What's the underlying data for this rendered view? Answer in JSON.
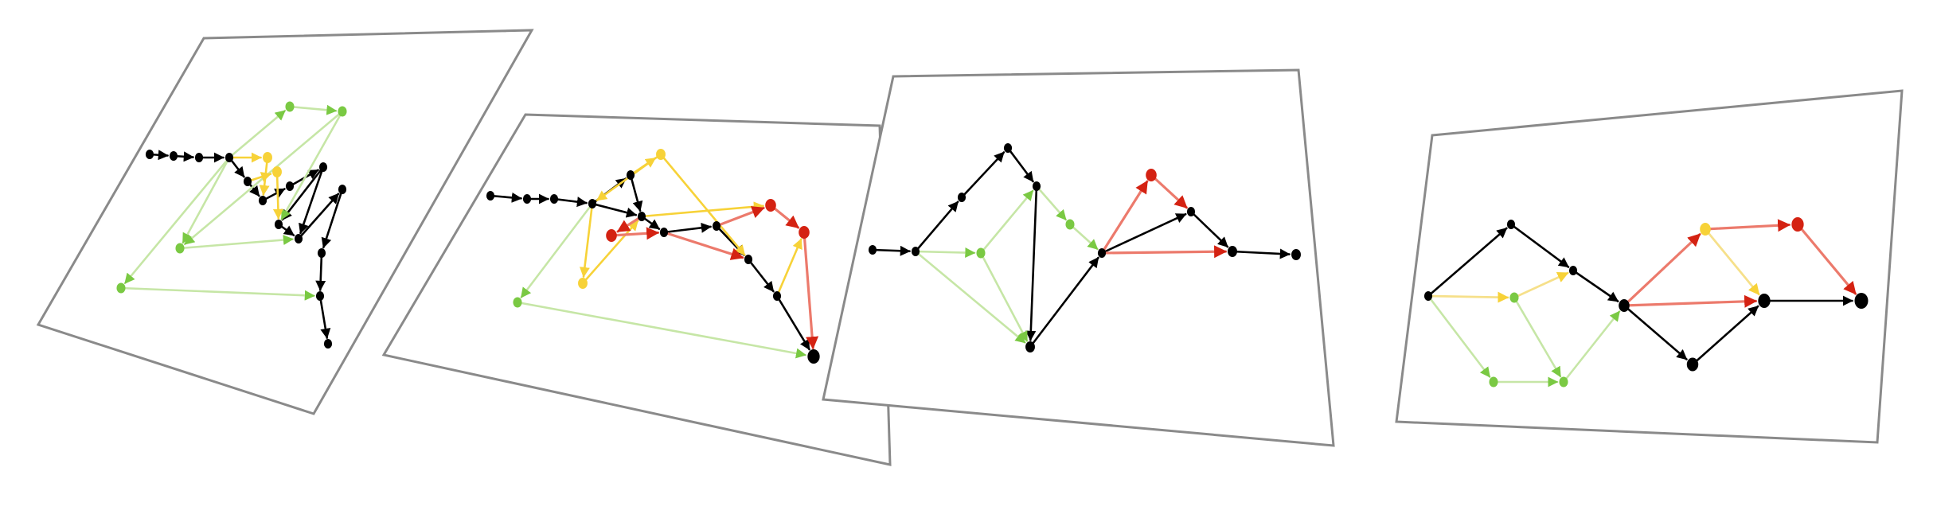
{
  "colors": {
    "black": "#000000",
    "green": "#7ac943",
    "green_light": "#c6e6a6",
    "yellow": "#f7d238",
    "yellow_light": "#f6e08a",
    "red": "#d42212",
    "red_light": "#ec7a6c",
    "frame": "#8a8a8a"
  },
  "panels": [
    {
      "id": "panel-1",
      "nodes": [
        {
          "id": "a0",
          "c": "black"
        },
        {
          "id": "a1",
          "c": "black"
        },
        {
          "id": "a2",
          "c": "black"
        },
        {
          "id": "a3",
          "c": "black"
        },
        {
          "id": "a4",
          "c": "black"
        },
        {
          "id": "a5",
          "c": "black"
        },
        {
          "id": "a6",
          "c": "black"
        },
        {
          "id": "a7",
          "c": "black"
        },
        {
          "id": "a8",
          "c": "black"
        },
        {
          "id": "a9",
          "c": "black"
        },
        {
          "id": "a10",
          "c": "black"
        },
        {
          "id": "a11",
          "c": "black"
        },
        {
          "id": "a12",
          "c": "black"
        },
        {
          "id": "a13",
          "c": "black"
        },
        {
          "id": "ag1",
          "c": "green"
        },
        {
          "id": "ag2",
          "c": "green"
        },
        {
          "id": "ag3",
          "c": "green"
        },
        {
          "id": "ag4",
          "c": "green"
        },
        {
          "id": "ay1",
          "c": "yellow"
        },
        {
          "id": "ay2",
          "c": "yellow"
        }
      ],
      "edges": [
        {
          "from": "a0",
          "to": "a1",
          "c": "black"
        },
        {
          "from": "a1",
          "to": "a2",
          "c": "black"
        },
        {
          "from": "a2",
          "to": "a3",
          "c": "black"
        },
        {
          "from": "a3",
          "to": "a4",
          "c": "black"
        },
        {
          "from": "a4",
          "to": "a5",
          "c": "black"
        },
        {
          "from": "a5",
          "to": "a6",
          "c": "black"
        },
        {
          "from": "a6",
          "to": "a7",
          "c": "black"
        },
        {
          "from": "a7",
          "to": "a8",
          "c": "black"
        },
        {
          "from": "a8",
          "to": "a9",
          "c": "black"
        },
        {
          "from": "a9",
          "to": "a10",
          "c": "black"
        },
        {
          "from": "a10",
          "to": "a11",
          "c": "black"
        },
        {
          "from": "a11",
          "to": "a12",
          "c": "black"
        },
        {
          "from": "a12",
          "to": "a13",
          "c": "black"
        },
        {
          "from": "a7",
          "to": "a9",
          "c": "black"
        },
        {
          "from": "a3",
          "to": "ag1",
          "c": "green_light"
        },
        {
          "from": "a3",
          "to": "ag3",
          "c": "green_light"
        },
        {
          "from": "a3",
          "to": "ag4",
          "c": "green_light"
        },
        {
          "from": "ag1",
          "to": "ag2",
          "c": "green_light"
        },
        {
          "from": "ag2",
          "to": "a8",
          "c": "green_light"
        },
        {
          "from": "ag3",
          "to": "a9",
          "c": "green_light"
        },
        {
          "from": "ag4",
          "to": "a12",
          "c": "green_light"
        },
        {
          "from": "ag2",
          "to": "ag3",
          "c": "green_light"
        },
        {
          "from": "a3",
          "to": "ay1",
          "c": "yellow"
        },
        {
          "from": "ay1",
          "to": "a5",
          "c": "yellow"
        },
        {
          "from": "a4",
          "to": "ay2",
          "c": "yellow"
        },
        {
          "from": "ay2",
          "to": "a8",
          "c": "yellow"
        }
      ]
    },
    {
      "id": "panel-2",
      "nodes": [
        {
          "id": "b0",
          "c": "black"
        },
        {
          "id": "b1",
          "c": "black"
        },
        {
          "id": "b2",
          "c": "black"
        },
        {
          "id": "b3",
          "c": "black"
        },
        {
          "id": "b4",
          "c": "black"
        },
        {
          "id": "b5",
          "c": "black"
        },
        {
          "id": "b6",
          "c": "black"
        },
        {
          "id": "b7",
          "c": "black"
        },
        {
          "id": "b8",
          "c": "black"
        },
        {
          "id": "b9",
          "c": "black"
        },
        {
          "id": "b10",
          "c": "black"
        },
        {
          "id": "bg1",
          "c": "green"
        },
        {
          "id": "by1",
          "c": "yellow"
        },
        {
          "id": "by2",
          "c": "yellow"
        },
        {
          "id": "br1",
          "c": "red"
        },
        {
          "id": "br2",
          "c": "red"
        },
        {
          "id": "br3",
          "c": "red"
        }
      ],
      "edges": [
        {
          "from": "b0",
          "to": "b1",
          "c": "black"
        },
        {
          "from": "b1",
          "to": "b2",
          "c": "black"
        },
        {
          "from": "b2",
          "to": "b3",
          "c": "black"
        },
        {
          "from": "b3",
          "to": "b4",
          "c": "black"
        },
        {
          "from": "b4",
          "to": "b5",
          "c": "black"
        },
        {
          "from": "b5",
          "to": "b6",
          "c": "black"
        },
        {
          "from": "b6",
          "to": "b7",
          "c": "black"
        },
        {
          "from": "b7",
          "to": "b8",
          "c": "black"
        },
        {
          "from": "b8",
          "to": "b9",
          "c": "black"
        },
        {
          "from": "b9",
          "to": "b10",
          "c": "black"
        },
        {
          "from": "b9b",
          "to": "b10",
          "c": "black"
        },
        {
          "from": "b3",
          "to": "b5",
          "c": "black"
        },
        {
          "from": "b3",
          "to": "bg1",
          "c": "green_light"
        },
        {
          "from": "bg1",
          "to": "b10",
          "c": "green_light"
        },
        {
          "from": "b3",
          "to": "by1",
          "c": "yellow"
        },
        {
          "from": "b4",
          "to": "by2",
          "c": "yellow"
        },
        {
          "from": "by1",
          "to": "b5",
          "c": "yellow"
        },
        {
          "from": "by2",
          "to": "b8",
          "c": "yellow"
        },
        {
          "from": "b5",
          "to": "br3",
          "c": "yellow"
        },
        {
          "from": "by2",
          "to": "b3",
          "c": "yellow"
        },
        {
          "from": "b9",
          "to": "br2",
          "c": "yellow"
        },
        {
          "from": "b5",
          "to": "br1",
          "c": "red_light"
        },
        {
          "from": "br1",
          "to": "b6",
          "c": "red_light"
        },
        {
          "from": "b6",
          "to": "b8",
          "c": "red_light"
        },
        {
          "from": "b7",
          "to": "br3",
          "c": "red_light"
        },
        {
          "from": "br3",
          "to": "br2",
          "c": "red_light"
        },
        {
          "from": "br2",
          "to": "b10",
          "c": "red_light"
        }
      ]
    },
    {
      "id": "panel-3",
      "nodes": [
        {
          "id": "c0",
          "c": "black"
        },
        {
          "id": "c1",
          "c": "black"
        },
        {
          "id": "c2",
          "c": "black"
        },
        {
          "id": "c3",
          "c": "black"
        },
        {
          "id": "c4",
          "c": "black"
        },
        {
          "id": "c5",
          "c": "black"
        },
        {
          "id": "c6",
          "c": "black"
        },
        {
          "id": "c7",
          "c": "black"
        },
        {
          "id": "c8",
          "c": "black"
        },
        {
          "id": "c9",
          "c": "black"
        },
        {
          "id": "cg1",
          "c": "green"
        },
        {
          "id": "cg2",
          "c": "green"
        },
        {
          "id": "cr1",
          "c": "red"
        }
      ],
      "edges": [
        {
          "from": "c0",
          "to": "c1",
          "c": "black"
        },
        {
          "from": "c1",
          "to": "c2",
          "c": "black"
        },
        {
          "from": "c2",
          "to": "c3",
          "c": "black"
        },
        {
          "from": "c3",
          "to": "c4",
          "c": "black"
        },
        {
          "from": "c4",
          "to": "c5",
          "c": "black"
        },
        {
          "from": "c5",
          "to": "c6",
          "c": "black"
        },
        {
          "from": "c6",
          "to": "c7",
          "c": "black"
        },
        {
          "from": "c7",
          "to": "c8",
          "c": "black"
        },
        {
          "from": "c8",
          "to": "c9",
          "c": "black"
        },
        {
          "from": "c1",
          "to": "cg1",
          "c": "green_light"
        },
        {
          "from": "cg1",
          "to": "c4",
          "c": "green_light"
        },
        {
          "from": "cg1",
          "to": "c5",
          "c": "green_light"
        },
        {
          "from": "c1",
          "to": "c5",
          "c": "green_light"
        },
        {
          "from": "c4",
          "to": "cg2",
          "c": "green_light"
        },
        {
          "from": "cg2",
          "to": "c6",
          "c": "green_light"
        },
        {
          "from": "c6",
          "to": "cr1",
          "c": "red_light"
        },
        {
          "from": "cr1",
          "to": "c7",
          "c": "red_light"
        },
        {
          "from": "c6",
          "to": "c8",
          "c": "red_light"
        }
      ]
    },
    {
      "id": "panel-4",
      "nodes": [
        {
          "id": "d0",
          "c": "black"
        },
        {
          "id": "d1",
          "c": "black"
        },
        {
          "id": "d2",
          "c": "black"
        },
        {
          "id": "d3",
          "c": "black"
        },
        {
          "id": "d4",
          "c": "black"
        },
        {
          "id": "d5",
          "c": "black"
        },
        {
          "id": "d6",
          "c": "black"
        },
        {
          "id": "dg1",
          "c": "green"
        },
        {
          "id": "dg2",
          "c": "green"
        },
        {
          "id": "dg3",
          "c": "green"
        },
        {
          "id": "dy1",
          "c": "yellow"
        },
        {
          "id": "dr1",
          "c": "red"
        }
      ],
      "edges": [
        {
          "from": "d0",
          "to": "d1",
          "c": "black"
        },
        {
          "from": "d1",
          "to": "d2",
          "c": "black"
        },
        {
          "from": "d2",
          "to": "d3",
          "c": "black"
        },
        {
          "from": "d3",
          "to": "d4",
          "c": "black"
        },
        {
          "from": "d4",
          "to": "d5",
          "c": "black"
        },
        {
          "from": "d5",
          "to": "d6",
          "c": "black"
        },
        {
          "from": "d0",
          "to": "dg1",
          "c": "yellow_light"
        },
        {
          "from": "dg1",
          "to": "d2",
          "c": "yellow_light"
        },
        {
          "from": "d0",
          "to": "dg2",
          "c": "green_light"
        },
        {
          "from": "dg2",
          "to": "dg3",
          "c": "green_light"
        },
        {
          "from": "dg1",
          "to": "dg3",
          "c": "green_light"
        },
        {
          "from": "dg3",
          "to": "d3",
          "c": "green_light"
        },
        {
          "from": "d3",
          "to": "dy1",
          "c": "red_light"
        },
        {
          "from": "dy1",
          "to": "dr1",
          "c": "red_light"
        },
        {
          "from": "dr1",
          "to": "d6",
          "c": "red_light"
        },
        {
          "from": "d3",
          "to": "d5",
          "c": "red_light"
        },
        {
          "from": "dy1",
          "to": "d5",
          "c": "yellow_light"
        }
      ]
    }
  ]
}
